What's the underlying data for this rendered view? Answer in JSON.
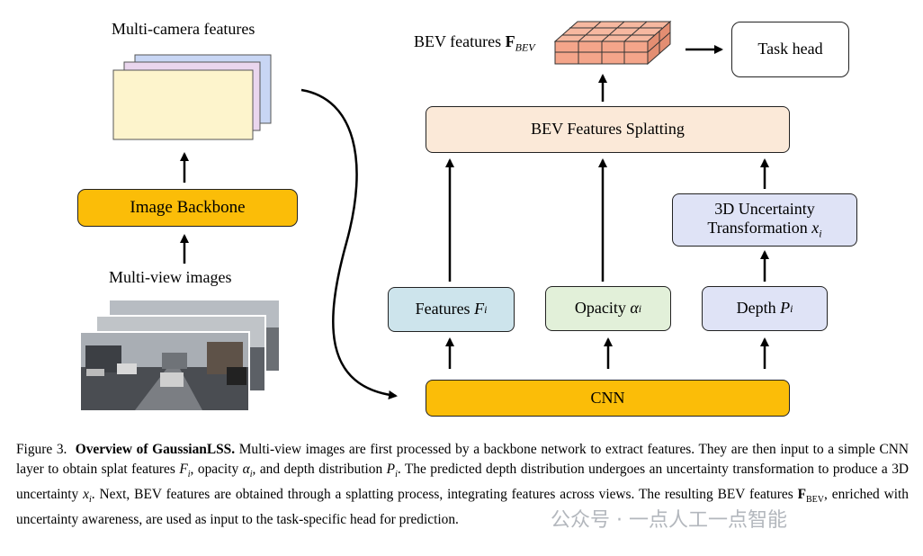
{
  "diagram": {
    "multi_camera_label": "Multi-camera features",
    "image_backbone": "Image Backbone",
    "multi_view_label": "Multi-view images",
    "bev_features_label_prefix": "BEV features ",
    "bev_features_symbol": "F",
    "bev_features_sub": "BEV",
    "task_head": "Task head",
    "bev_splatting": "BEV Features Splatting",
    "uncertainty_line1": "3D Uncertainty",
    "uncertainty_line2_prefix": "Transformation ",
    "uncertainty_var": "x",
    "uncertainty_sub": "i",
    "features_prefix": "Features ",
    "features_var": "F",
    "features_sub": "i",
    "opacity_prefix": "Opacity ",
    "opacity_var": "α",
    "opacity_sub": "i",
    "depth_prefix": "Depth ",
    "depth_var": "P",
    "depth_sub": "i",
    "cnn": "CNN"
  },
  "colors": {
    "backbone_fill": "#fbbd08",
    "cnn_fill": "#fbbd08",
    "splat_fill": "#fbe9d8",
    "features_fill": "#cde4ec",
    "opacity_fill": "#e2f0d9",
    "depth_fill": "#dfe3f6",
    "uncertainty_fill": "#dfe3f6",
    "grid_fill": "#f4a58a",
    "card_yellow": "#fdf4cc",
    "card_pink": "#ead6ee",
    "card_blue": "#c8d6f4"
  },
  "caption": {
    "figure_label": "Figure 3.",
    "title": "Overview of GaussianLSS.",
    "text1": " Multi-view images are first processed by a backbone network to extract features. They are then input to a simple CNN layer to obtain splat features ",
    "F_i": "F",
    "text2": ", opacity ",
    "alpha_i": "α",
    "text3": ", and depth distribution ",
    "P_i": "P",
    "text4": ". The predicted depth distribution undergoes an uncertainty transformation to produce a 3D uncertainty ",
    "x_i": "x",
    "text5": ". Next, BEV features are obtained through a splatting process, integrating features across views. The resulting BEV features ",
    "F_bev": "F",
    "bev_sub": "BEV",
    "text6": ", enriched with uncertainty awareness, are used as input to the task-specific head for prediction.",
    "sub_i": "i"
  },
  "watermark": "公众号 · 一点人工一点智能"
}
